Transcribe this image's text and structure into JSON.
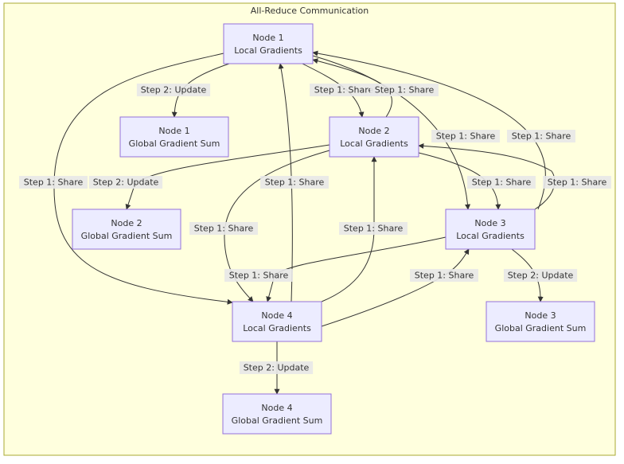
{
  "diagram": {
    "title": "All-Reduce Communication",
    "nodes": [
      {
        "id": "n1",
        "lines": [
          "Node 1",
          "Local Gradients"
        ]
      },
      {
        "id": "g1",
        "lines": [
          "Node 1",
          "Global Gradient Sum"
        ]
      },
      {
        "id": "n2",
        "lines": [
          "Node 2",
          "Local Gradients"
        ]
      },
      {
        "id": "g2",
        "lines": [
          "Node 2",
          "Global Gradient Sum"
        ]
      },
      {
        "id": "n3",
        "lines": [
          "Node 3",
          "Local Gradients"
        ]
      },
      {
        "id": "g3",
        "lines": [
          "Node 3",
          "Global Gradient Sum"
        ]
      },
      {
        "id": "n4",
        "lines": [
          "Node 4",
          "Local Gradients"
        ]
      },
      {
        "id": "g4",
        "lines": [
          "Node 4",
          "Global Gradient Sum"
        ]
      }
    ],
    "edges": [
      {
        "from": "n1",
        "to": "n2",
        "label": "Step 1: Share"
      },
      {
        "from": "n1",
        "to": "n3",
        "label": "Step 1: Share"
      },
      {
        "from": "n1",
        "to": "n4",
        "label": "Step 1: Share"
      },
      {
        "from": "n2",
        "to": "n1",
        "label": "Step 1: Share"
      },
      {
        "from": "n2",
        "to": "n3",
        "label": "Step 1: Share"
      },
      {
        "from": "n2",
        "to": "n4",
        "label": "Step 1: Share"
      },
      {
        "from": "n3",
        "to": "n1",
        "label": "Step 1: Share"
      },
      {
        "from": "n3",
        "to": "n2",
        "label": "Step 1: Share"
      },
      {
        "from": "n3",
        "to": "n4",
        "label": "Step 1: Share"
      },
      {
        "from": "n4",
        "to": "n1",
        "label": "Step 1: Share"
      },
      {
        "from": "n4",
        "to": "n2",
        "label": "Step 1: Share"
      },
      {
        "from": "n4",
        "to": "n3",
        "label": "Step 1: Share"
      },
      {
        "from": "n1",
        "to": "g1",
        "label": "Step 2: Update"
      },
      {
        "from": "n2",
        "to": "g2",
        "label": "Step 2: Update"
      },
      {
        "from": "n3",
        "to": "g3",
        "label": "Step 2: Update"
      },
      {
        "from": "n4",
        "to": "g4",
        "label": "Step 2: Update"
      }
    ]
  }
}
